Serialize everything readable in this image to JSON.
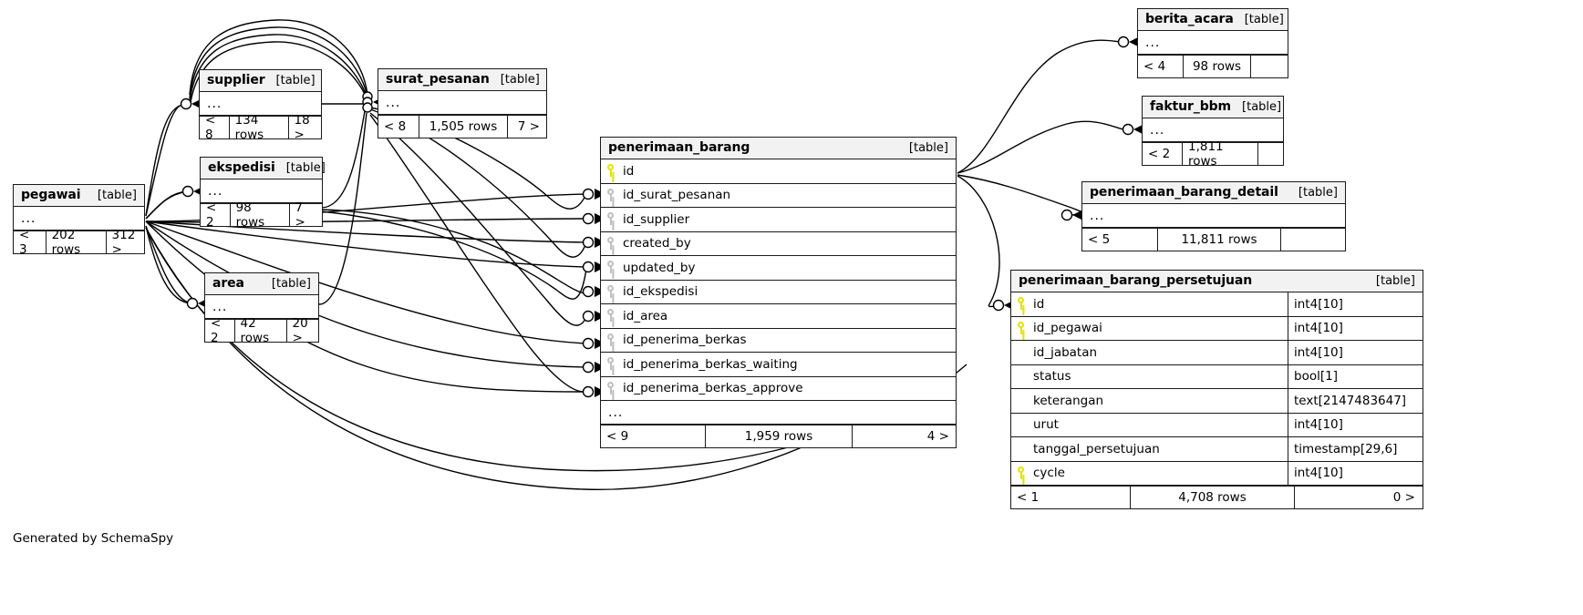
{
  "diagram": {
    "generator_text": "Generated by SchemaSpy",
    "table_tag": "[table]",
    "ellipsis": "...",
    "key_icons": {
      "primary": "key-icon-primary",
      "foreign": "key-icon-foreign"
    },
    "colors": {
      "header_fill": "#f2f2f2",
      "border": "#1a1a1a",
      "pk_key": "#e3e300",
      "fk_key": "#bfbfbf",
      "background": "#ffffff"
    }
  },
  "tables": [
    {
      "id": "pegawai",
      "name": "pegawai",
      "tag": "[table]",
      "collapsed": true,
      "columns": [],
      "footer": {
        "left": "< 3",
        "middle": "202 rows",
        "right": "312 >"
      }
    },
    {
      "id": "supplier",
      "name": "supplier",
      "tag": "[table]",
      "collapsed": true,
      "columns": [],
      "footer": {
        "left": "< 8",
        "middle": "134 rows",
        "right": "18 >"
      }
    },
    {
      "id": "ekspedisi",
      "name": "ekspedisi",
      "tag": "[table]",
      "collapsed": true,
      "columns": [],
      "footer": {
        "left": "< 2",
        "middle": "98 rows",
        "right": "7 >"
      }
    },
    {
      "id": "area",
      "name": "area",
      "tag": "[table]",
      "collapsed": true,
      "columns": [],
      "footer": {
        "left": "< 2",
        "middle": "42 rows",
        "right": "20 >"
      }
    },
    {
      "id": "surat_pesanan",
      "name": "surat_pesanan",
      "tag": "[table]",
      "collapsed": true,
      "columns": [],
      "footer": {
        "left": "< 8",
        "middle": "1,505 rows",
        "right": "7 >"
      }
    },
    {
      "id": "penerimaan_barang",
      "name": "penerimaan_barang",
      "tag": "[table]",
      "collapsed": false,
      "columns": [
        {
          "name": "id",
          "key": "primary",
          "type": ""
        },
        {
          "name": "id_surat_pesanan",
          "key": "foreign",
          "type": ""
        },
        {
          "name": "id_supplier",
          "key": "foreign",
          "type": ""
        },
        {
          "name": "created_by",
          "key": "foreign",
          "type": ""
        },
        {
          "name": "updated_by",
          "key": "foreign",
          "type": ""
        },
        {
          "name": "id_ekspedisi",
          "key": "foreign",
          "type": ""
        },
        {
          "name": "id_area",
          "key": "foreign",
          "type": ""
        },
        {
          "name": "id_penerima_berkas",
          "key": "foreign",
          "type": ""
        },
        {
          "name": "id_penerima_berkas_waiting",
          "key": "foreign",
          "type": ""
        },
        {
          "name": "id_penerima_berkas_approve",
          "key": "foreign",
          "type": ""
        }
      ],
      "has_more_row": true,
      "footer": {
        "left": "< 9",
        "middle": "1,959 rows",
        "right": "4 >"
      }
    },
    {
      "id": "berita_acara",
      "name": "berita_acara",
      "tag": "[table]",
      "collapsed": true,
      "columns": [],
      "footer": {
        "left": "< 4",
        "middle": "98 rows",
        "right": ""
      }
    },
    {
      "id": "faktur_bbm",
      "name": "faktur_bbm",
      "tag": "[table]",
      "collapsed": true,
      "columns": [],
      "footer": {
        "left": "< 2",
        "middle": "1,811 rows",
        "right": ""
      }
    },
    {
      "id": "penerimaan_barang_detail",
      "name": "penerimaan_barang_detail",
      "tag": "[table]",
      "collapsed": true,
      "columns": [],
      "footer": {
        "left": "< 5",
        "middle": "11,811 rows",
        "right": ""
      }
    },
    {
      "id": "penerimaan_barang_persetujuan",
      "name": "penerimaan_barang_persetujuan",
      "tag": "[table]",
      "collapsed": false,
      "columns": [
        {
          "name": "id",
          "key": "primary",
          "type": "int4[10]"
        },
        {
          "name": "id_pegawai",
          "key": "primary",
          "type": "int4[10]"
        },
        {
          "name": "id_jabatan",
          "key": "none",
          "type": "int4[10]"
        },
        {
          "name": "status",
          "key": "none",
          "type": "bool[1]"
        },
        {
          "name": "keterangan",
          "key": "none",
          "type": "text[2147483647]"
        },
        {
          "name": "urut",
          "key": "none",
          "type": "int4[10]"
        },
        {
          "name": "tanggal_persetujuan",
          "key": "none",
          "type": "timestamp[29,6]"
        },
        {
          "name": "cycle",
          "key": "primary",
          "type": "int4[10]"
        }
      ],
      "has_more_row": false,
      "footer": {
        "left": "< 1",
        "middle": "4,708 rows",
        "right": "0 >"
      }
    }
  ]
}
